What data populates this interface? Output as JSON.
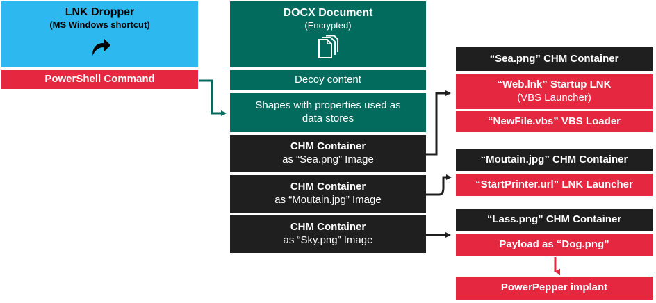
{
  "lnk_dropper": {
    "title": "LNK Dropper",
    "subtitle": "(MS Windows shortcut)",
    "command": "PowerShell Command"
  },
  "docx": {
    "title": "DOCX Document",
    "subtitle": "(Encrypted)",
    "sections": {
      "decoy": "Decoy content",
      "shapes_line1": "Shapes with properties used as",
      "shapes_line2": "data stores",
      "sea_line1": "CHM Container",
      "sea_line2": "as “Sea.png” Image",
      "mountain_line1": "CHM Container",
      "mountain_line2": "as “Moutain.jpg” Image",
      "sky_line1": "CHM Container",
      "sky_line2": "as “Sky.png” Image"
    }
  },
  "sea_group": {
    "header": "“Sea.png” CHM Container",
    "startup_line1": "“Web.lnk” Startup LNK",
    "startup_line2": "(VBS Launcher)",
    "loader": "“NewFile.vbs” VBS Loader"
  },
  "mountain_group": {
    "header": "“Moutain.jpg” CHM Container",
    "launcher": "“StartPrinter.url” LNK Launcher"
  },
  "lass_group": {
    "header": "“Lass.png” CHM Container",
    "payload": "Payload as “Dog.png”",
    "implant": "PowerPepper implant"
  },
  "colors": {
    "blue": "#2db8ef",
    "red": "#e5283f",
    "green": "#036b5e",
    "dark": "#1f1f1f"
  }
}
